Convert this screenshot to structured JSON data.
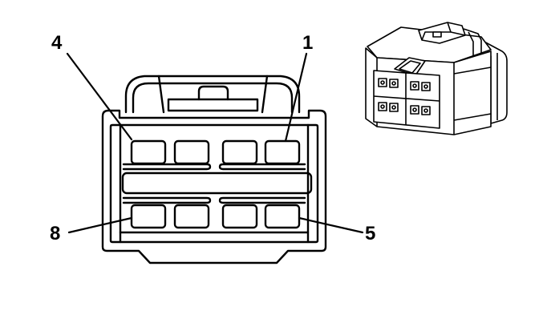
{
  "labels": {
    "pin_top_left": "4",
    "pin_top_right": "1",
    "pin_bottom_left": "8",
    "pin_bottom_right": "5"
  }
}
